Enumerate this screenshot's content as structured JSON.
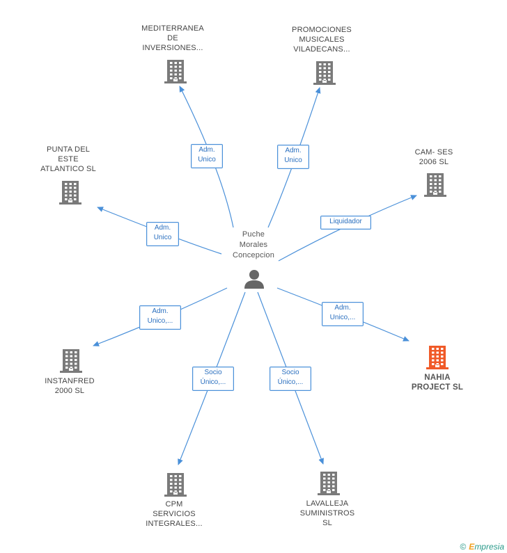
{
  "center": {
    "label": "Puche\nMorales\nConcepcion",
    "icon": "person-icon"
  },
  "nodes": [
    {
      "id": "mediterranea",
      "label": "MEDITERRANEA\nDE\nINVERSIONES...",
      "icon": "building-icon",
      "highlight": false
    },
    {
      "id": "promociones",
      "label": "PROMOCIONES\nMUSICALES\nVILADECANS...",
      "icon": "building-icon",
      "highlight": false
    },
    {
      "id": "punta",
      "label": "PUNTA DEL\nESTE\nATLANTICO  SL",
      "icon": "building-icon",
      "highlight": false
    },
    {
      "id": "camses",
      "label": "CAM- SES\n2006 SL",
      "icon": "building-icon",
      "highlight": false
    },
    {
      "id": "instanfred",
      "label": "INSTANFRED\n2000  SL",
      "icon": "building-icon",
      "highlight": false
    },
    {
      "id": "nahia",
      "label": "NAHIA\nPROJECT  SL",
      "icon": "building-icon",
      "highlight": true
    },
    {
      "id": "cpm",
      "label": "CPM\nSERVICIOS\nINTEGRALES...",
      "icon": "building-icon",
      "highlight": false
    },
    {
      "id": "lavalleja",
      "label": "LAVALLEJA\nSUMINISTROS\nSL",
      "icon": "building-icon",
      "highlight": false
    }
  ],
  "edges": [
    {
      "to": "mediterranea",
      "label": "Adm.\nUnico"
    },
    {
      "to": "promociones",
      "label": "Adm.\nUnico"
    },
    {
      "to": "punta",
      "label": "Adm.\nUnico"
    },
    {
      "to": "camses",
      "label": "Liquidador"
    },
    {
      "to": "instanfred",
      "label": "Adm.\nUnico,..."
    },
    {
      "to": "nahia",
      "label": "Adm.\nUnico,..."
    },
    {
      "to": "cpm",
      "label": "Socio\nÚnico,..."
    },
    {
      "to": "lavalleja",
      "label": "Socio\nÚnico,..."
    }
  ],
  "colors": {
    "edge": "#4a90d9",
    "building": "#7a7a7a",
    "building_highlight": "#f05a28",
    "person": "#666666"
  },
  "footer": {
    "copyright": "©",
    "brand_initial": "E",
    "brand_rest": "mpresia"
  }
}
